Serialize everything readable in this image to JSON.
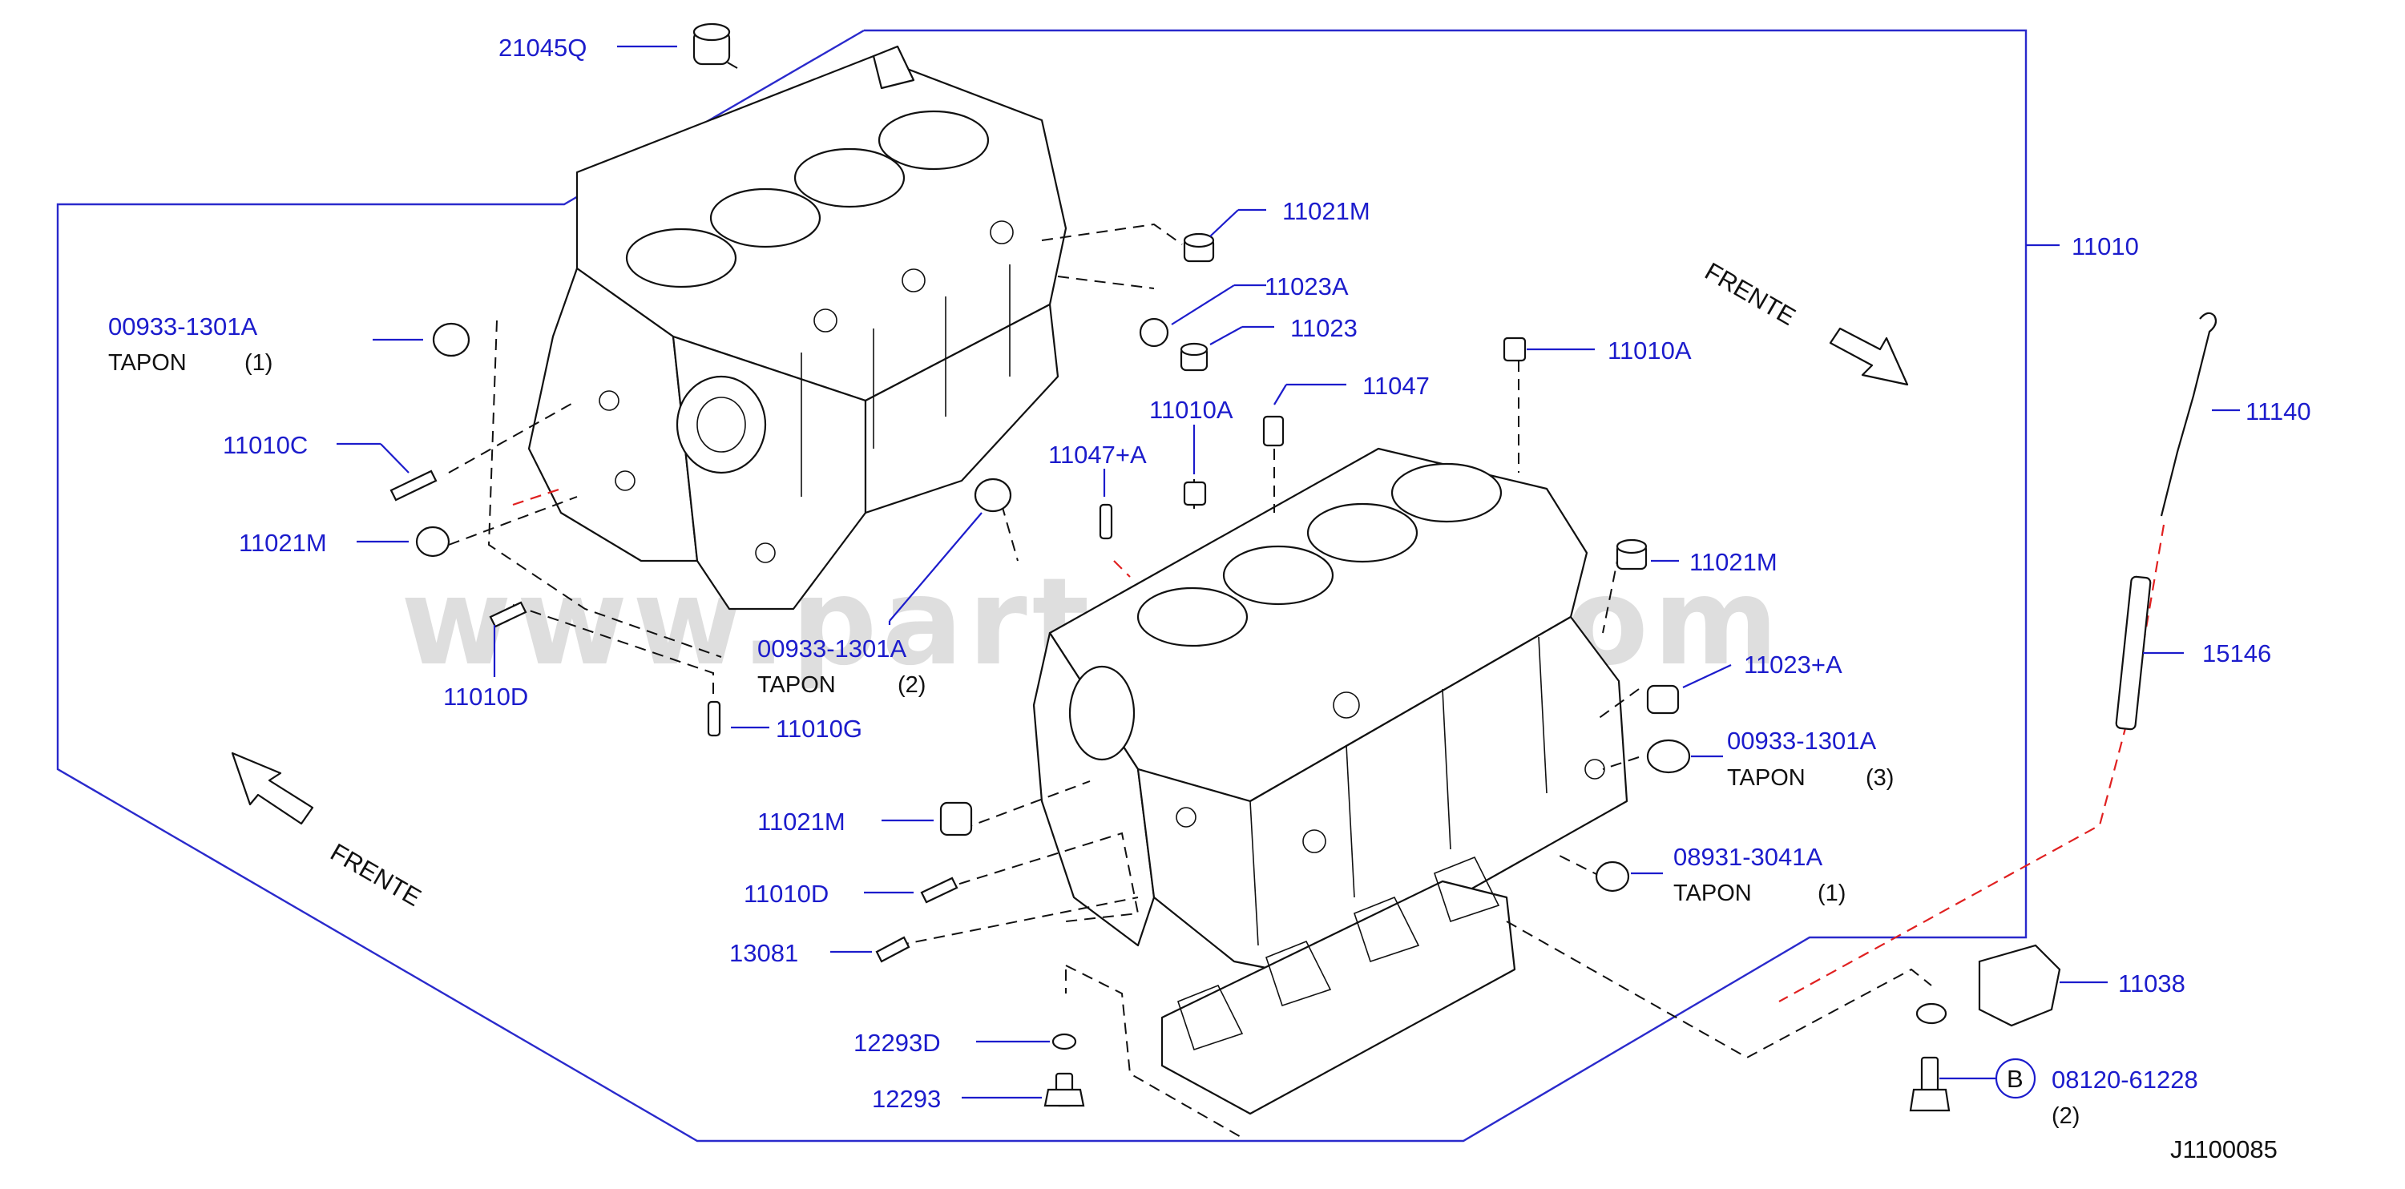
{
  "diagram": {
    "watermark": "www.partsouq.com",
    "figure_code": "J1100085",
    "front_word": "FRENTE",
    "callout_letter": "B",
    "parts": [
      {
        "id": "p-21045q",
        "code": "21045Q"
      },
      {
        "id": "p-11021m-top",
        "code": "11021M"
      },
      {
        "id": "p-11023a",
        "code": "11023A"
      },
      {
        "id": "p-11023",
        "code": "11023"
      },
      {
        "id": "p-11010",
        "code": "11010"
      },
      {
        "id": "p-00933-1",
        "code": "00933-1301A",
        "note": "TAPON",
        "qty": "(1)"
      },
      {
        "id": "p-11010c",
        "code": "11010C"
      },
      {
        "id": "p-11021m-l",
        "code": "11021M"
      },
      {
        "id": "p-00933-2",
        "code": "00933-1301A",
        "note": "TAPON",
        "qty": "(2)"
      },
      {
        "id": "p-11010d-l",
        "code": "11010D"
      },
      {
        "id": "p-11010g",
        "code": "11010G"
      },
      {
        "id": "p-11010a-r",
        "code": "11010A"
      },
      {
        "id": "p-11047",
        "code": "11047"
      },
      {
        "id": "p-11010a-c",
        "code": "11010A"
      },
      {
        "id": "p-11047a",
        "code": "11047+A"
      },
      {
        "id": "p-11140",
        "code": "11140"
      },
      {
        "id": "p-11021m-r",
        "code": "11021M"
      },
      {
        "id": "p-15146",
        "code": "15146"
      },
      {
        "id": "p-11023pa",
        "code": "11023+A"
      },
      {
        "id": "p-00933-3",
        "code": "00933-1301A",
        "note": "TAPON",
        "qty": "(3)"
      },
      {
        "id": "p-08931",
        "code": "08931-3041A",
        "note": "TAPON",
        "qty": "(1)"
      },
      {
        "id": "p-11021m-b",
        "code": "11021M"
      },
      {
        "id": "p-11010d-b",
        "code": "11010D"
      },
      {
        "id": "p-13081",
        "code": "13081"
      },
      {
        "id": "p-11038",
        "code": "11038"
      },
      {
        "id": "p-12293d",
        "code": "12293D"
      },
      {
        "id": "p-12293",
        "code": "12293"
      },
      {
        "id": "p-08120",
        "code": "08120-61228",
        "qty": "(2)"
      }
    ]
  }
}
